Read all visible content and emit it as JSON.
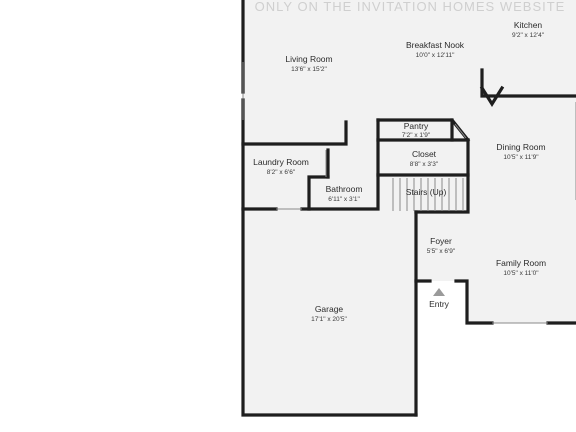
{
  "watermark": "ONLY ON THE INVITATION HOMES WEBSITE",
  "entry_label": "Entry",
  "stairs_label": "Stairs (Up)",
  "rooms": [
    {
      "name": "Kitchen",
      "dims": "9'2\" x 12'4\""
    },
    {
      "name": "Breakfast Nook",
      "dims": "10'0\" x 12'11\""
    },
    {
      "name": "Living Room",
      "dims": "13'6\" x 15'2\""
    },
    {
      "name": "Pantry",
      "dims": "7'2\" x 1'9\""
    },
    {
      "name": "Closet",
      "dims": "8'8\" x 3'3\""
    },
    {
      "name": "Dining Room",
      "dims": "10'5\" x 11'9\""
    },
    {
      "name": "Laundry Room",
      "dims": "8'2\" x 6'6\""
    },
    {
      "name": "Bathroom",
      "dims": "6'11\" x 3'1\""
    },
    {
      "name": "Foyer",
      "dims": "5'5\" x 6'9\""
    },
    {
      "name": "Family Room",
      "dims": "10'5\" x 11'0\""
    },
    {
      "name": "Garage",
      "dims": "17'1\" x 20'5\""
    }
  ]
}
